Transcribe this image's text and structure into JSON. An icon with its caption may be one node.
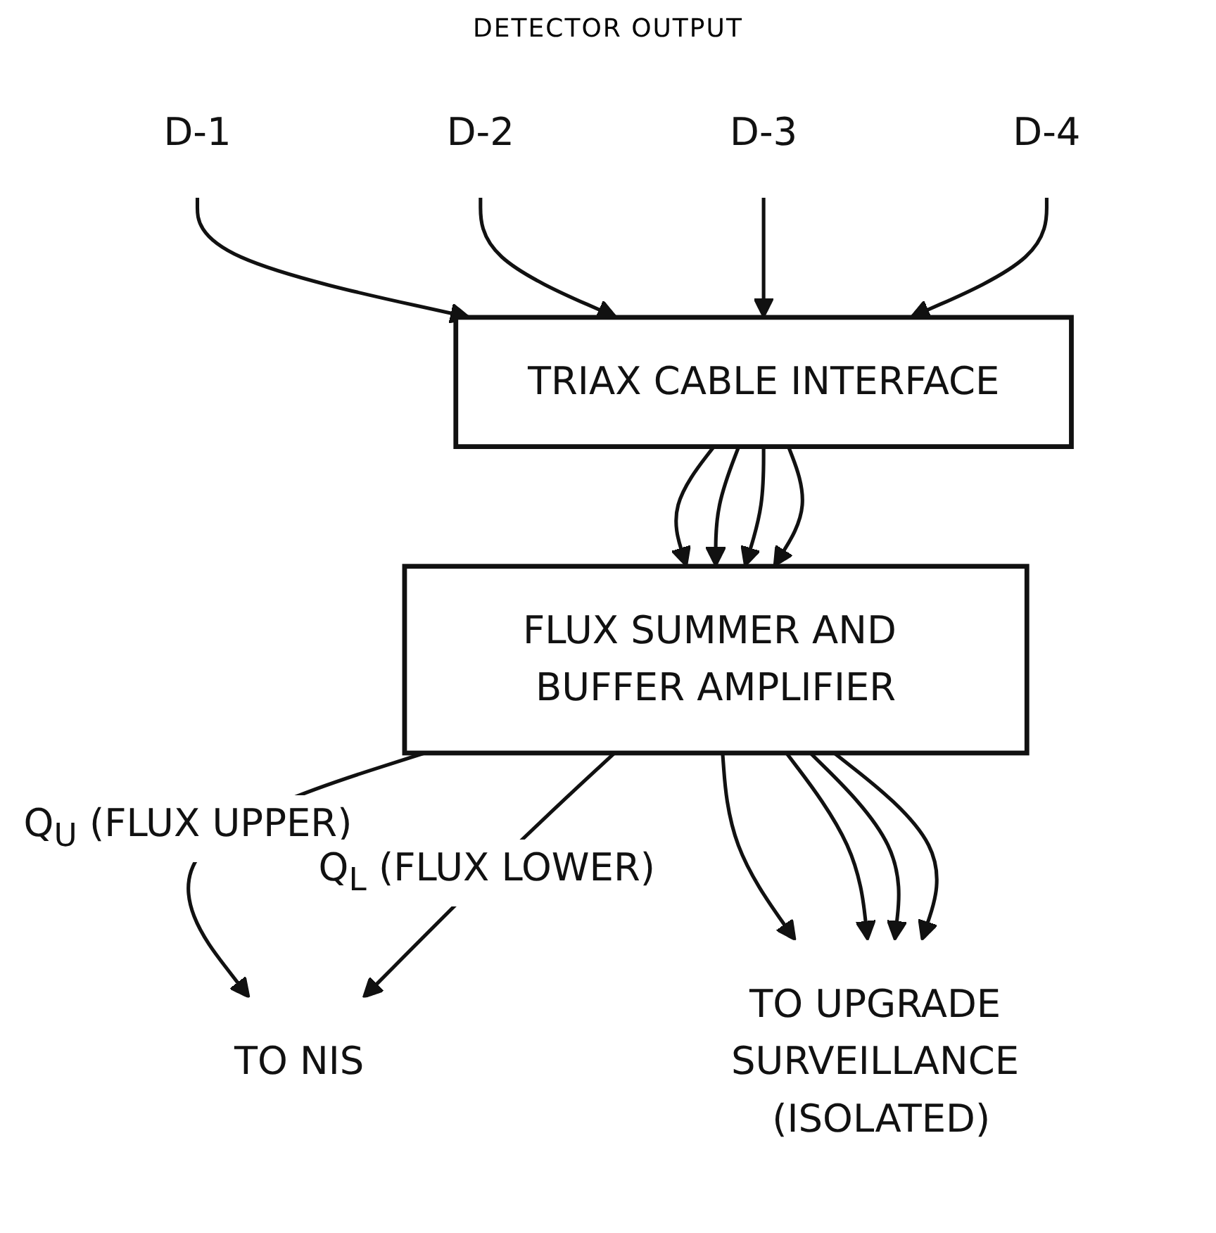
{
  "diagram": {
    "nodes": [
      {
        "text": [
          "D-1"
        ]
      },
      {
        "text": [
          "D-2"
        ]
      },
      {
        "text": [
          "D-3"
        ]
      },
      {
        "text": [
          "D-4"
        ]
      },
      {
        "text": [
          "TRIAX CABLE INTERFACE"
        ]
      },
      {
        "text": [
          "FLUX SUMMER AND BUFFER AMPLIFIER"
        ]
      },
      {
        "text": [
          "TO NIS"
        ]
      },
      {
        "text": [
          "TO UPGRADE SURVEILLANCE (ISOLATED)"
        ]
      }
    ],
    "edges": [
      {
        "from": 0,
        "to": 4,
        "arrow": "to"
      },
      {
        "from": 1,
        "to": 4,
        "arrow": "to"
      },
      {
        "from": 2,
        "to": 4,
        "arrow": "to"
      },
      {
        "from": 3,
        "to": 4,
        "arrow": "to"
      },
      {
        "from": 4,
        "to": 5,
        "arrow": "to"
      },
      {
        "from": 4,
        "to": 5,
        "arrow": "to"
      },
      {
        "from": 4,
        "to": 5,
        "arrow": "to"
      },
      {
        "from": 4,
        "to": 5,
        "arrow": "to"
      },
      {
        "from": 5,
        "to": 6,
        "arrow": "to",
        "label": "Q$_{U}$ (FLUX UPPER)"
      },
      {
        "from": 5,
        "to": 6,
        "arrow": "to",
        "label": "Q$_{L}$ (FLUX LOWER)"
      },
      {
        "from": 5,
        "to": 7,
        "arrow": "to"
      },
      {
        "from": 5,
        "to": 7,
        "arrow": "to"
      },
      {
        "from": 5,
        "to": 7,
        "arrow": "to"
      },
      {
        "from": 5,
        "to": 7,
        "arrow": "to"
      }
    ],
    "labels": [
      "DETECTOR OUTPUT"
    ]
  }
}
